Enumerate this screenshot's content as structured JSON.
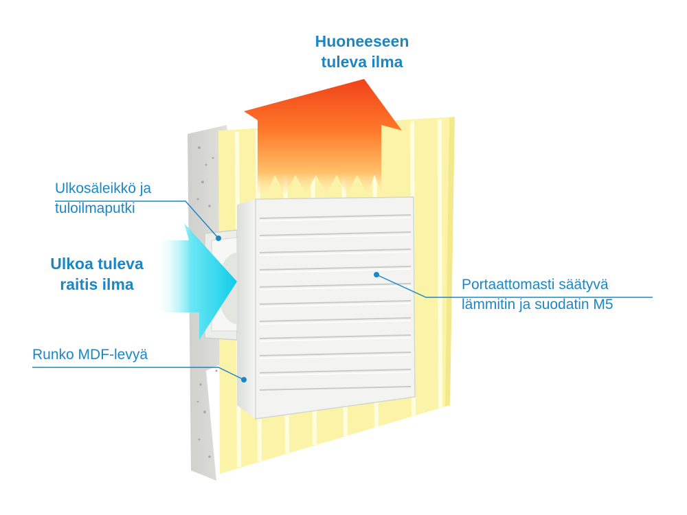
{
  "labels": {
    "room_air_line1": "Huoneeseen",
    "room_air_line2": "tuleva ilma",
    "outside_air_line1": "Ulkoa tuleva",
    "outside_air_line2": "raitis ilma",
    "grille_line1": "Ulkosäleikkö ja",
    "grille_line2": "tuloilmaputki",
    "heater_line1": "Portaattomasti säätyvä",
    "heater_line2": "lämmitin ja suodatin M5",
    "frame": "Runko MDF-levyä"
  },
  "colors": {
    "label_blue": "#1b86c6",
    "wall_yellow": "#fbf4a8",
    "wall_stripe": "#fffde0",
    "concrete": "#d7d7d4",
    "warm_arrow_top": "#f24a1c",
    "warm_arrow_bottom": "#ffd58a",
    "cold_arrow": "#1fd6ee",
    "unit_white": "#f3f4f1"
  },
  "icons": {
    "warm_air_arrow": "up-right-arrow",
    "fresh_air_arrow": "right-arrow"
  }
}
